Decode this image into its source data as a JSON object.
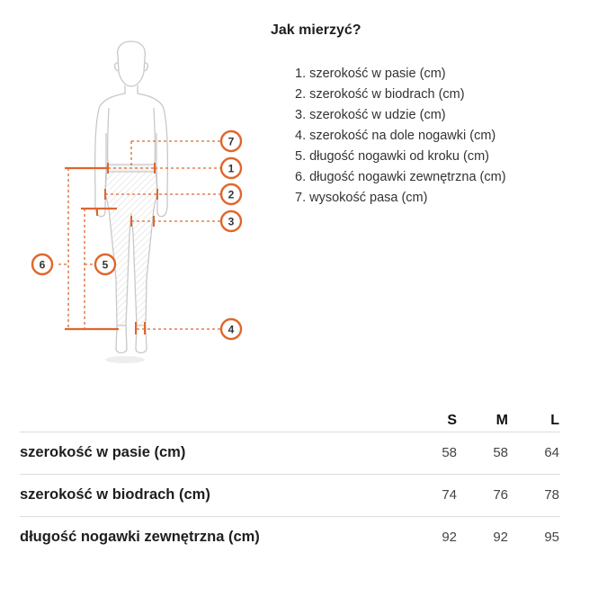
{
  "guide": {
    "title": "Jak mierzyć?",
    "items": [
      "1. szerokość w pasie (cm)",
      "2. szerokość w biodrach (cm)",
      "3. szerokość w udzie (cm)",
      "4. szerokość na dole nogawki (cm)",
      "5. długość nogawki od kroku (cm)",
      "6. długość nogawki zewnętrzna (cm)",
      "7. wysokość pasa (cm)"
    ]
  },
  "figure": {
    "badges": [
      "1",
      "2",
      "3",
      "4",
      "5",
      "6",
      "7"
    ]
  },
  "table": {
    "sizes": [
      "S",
      "M",
      "L"
    ],
    "rows": [
      {
        "label": "szerokość w pasie (cm)",
        "values": [
          "58",
          "58",
          "64"
        ]
      },
      {
        "label": "szerokość w biodrach (cm)",
        "values": [
          "74",
          "76",
          "78"
        ]
      },
      {
        "label": "długość nogawki zewnętrzna (cm)",
        "values": [
          "92",
          "92",
          "95"
        ]
      }
    ]
  },
  "colors": {
    "accent": "#e0662c",
    "outline": "#c8c8c8",
    "badge_ring": "#e0662c"
  }
}
